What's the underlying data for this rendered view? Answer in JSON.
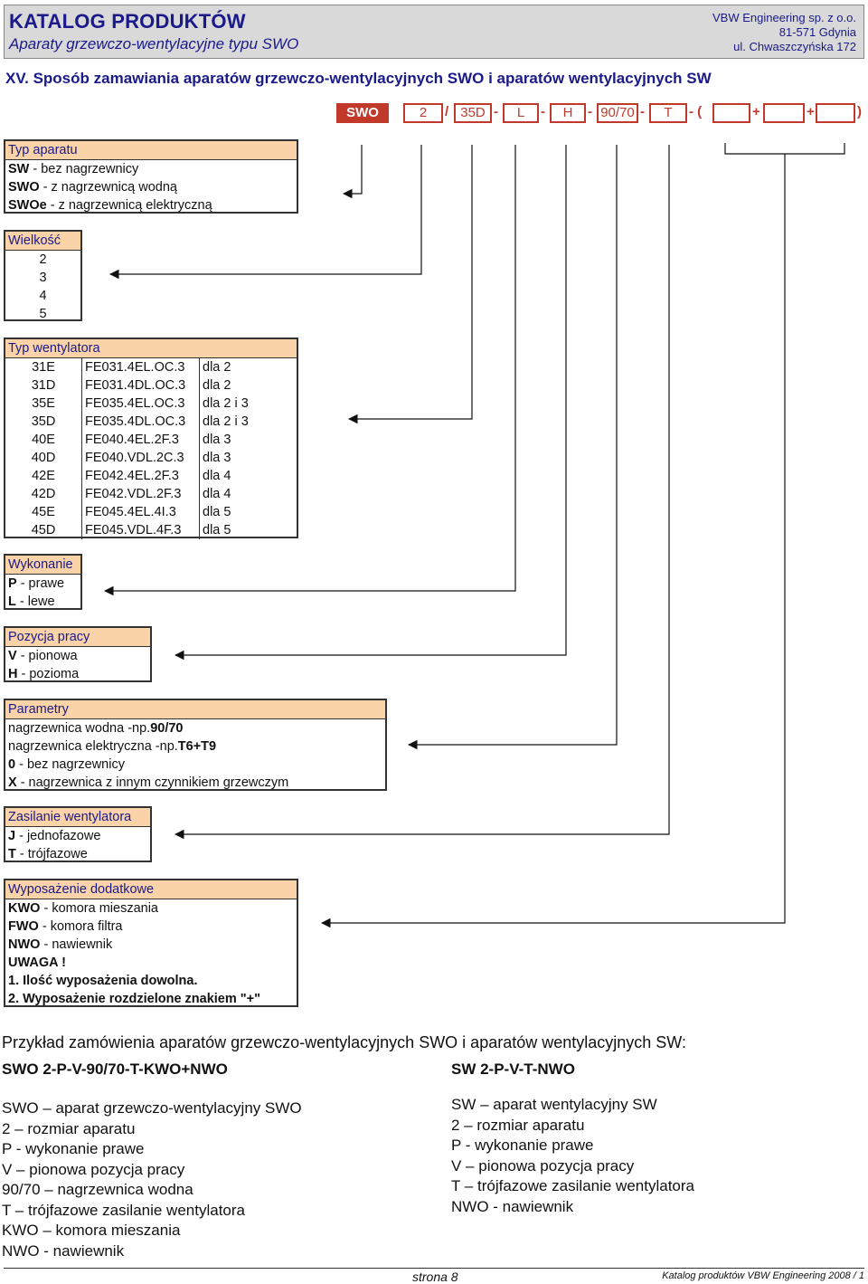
{
  "header": {
    "title": "KATALOG PRODUKTÓW",
    "subtitle": "Aparaty grzewczo-wentylacyjne typu SWO",
    "company": "VBW Engineering sp. z o.o.",
    "city": "81-571 Gdynia",
    "street": "ul. Chwaszczyńska 172"
  },
  "section_title": "XV. Sposób zamawiania aparatów grzewczo-wentylacyjnych  SWO i  aparatów wentylacyjnych SW",
  "code": {
    "swo": "SWO",
    "size": "2",
    "sep_slash": "/",
    "fan": "35D",
    "dash": "-",
    "hand": "L",
    "position": "H",
    "params": "90/70",
    "supply": "T",
    "open": "- (",
    "plus": "+",
    "close": ")"
  },
  "typ_aparatu": {
    "title": "Typ aparatu",
    "rows": [
      {
        "code": "SW",
        "text": " - bez nagrzewnicy"
      },
      {
        "code": "SWO",
        "text": " - z nagrzewnicą wodną"
      },
      {
        "code": "SWOe",
        "text": " - z nagrzewnicą elektryczną"
      }
    ]
  },
  "wielkosc": {
    "title": "Wielkość",
    "rows": [
      "2",
      "3",
      "4",
      "5"
    ]
  },
  "typ_wentylatora": {
    "title": "Typ wentylatora",
    "rows": [
      {
        "code": "31E",
        "model": "FE031.4EL.OC.3",
        "for": "dla 2"
      },
      {
        "code": "31D",
        "model": "FE031.4DL.OC.3",
        "for": "dla 2"
      },
      {
        "code": "35E",
        "model": "FE035.4EL.OC.3",
        "for": "dla 2 i 3"
      },
      {
        "code": "35D",
        "model": "FE035.4DL.OC.3",
        "for": "dla 2 i 3"
      },
      {
        "code": "40E",
        "model": "FE040.4EL.2F.3",
        "for": "dla 3"
      },
      {
        "code": "40D",
        "model": "FE040.VDL.2C.3",
        "for": "dla 3"
      },
      {
        "code": "42E",
        "model": "FE042.4EL.2F.3",
        "for": "dla 4"
      },
      {
        "code": "42D",
        "model": "FE042.VDL.2F.3",
        "for": "dla 4"
      },
      {
        "code": "45E",
        "model": "FE045.4EL.4I.3",
        "for": "dla 5"
      },
      {
        "code": "45D",
        "model": "FE045.VDL.4F.3",
        "for": "dla 5"
      }
    ]
  },
  "wykonanie": {
    "title": "Wykonanie",
    "rows": [
      {
        "code": "P",
        "text": " - prawe"
      },
      {
        "code": "L",
        "text": " - lewe"
      }
    ]
  },
  "pozycja": {
    "title": "Pozycja pracy",
    "rows": [
      {
        "code": "V",
        "text": " - pionowa"
      },
      {
        "code": "H",
        "text": " - pozioma"
      }
    ]
  },
  "parametry": {
    "title": "Parametry",
    "row1_text": "nagrzewnica wodna -np.",
    "row1_code": "90/70",
    "row2_text": "nagrzewnica elektryczna -np.",
    "row2_code": "T6+T9",
    "row3_code": "0",
    "row3_text": " - bez nagrzewnicy",
    "row4_code": "X",
    "row4_text": " - nagrzewnica z innym czynnikiem grzewczym"
  },
  "zasilanie": {
    "title": "Zasilanie wentylatora",
    "rows": [
      {
        "code": "J",
        "text": " - jednofazowe"
      },
      {
        "code": "T",
        "text": " - trójfazowe"
      }
    ]
  },
  "wyposazenie": {
    "title": "Wyposażenie dodatkowe",
    "rows": [
      {
        "code": "KWO",
        "text": " - komora mieszania"
      },
      {
        "code": "FWO",
        "text": " - komora filtra"
      },
      {
        "code": "NWO",
        "text": " - nawiewnik"
      }
    ],
    "note_title": "UWAGA !",
    "note1": "1. Ilość wyposażenia dowolna.",
    "note2": "2. Wyposażenie rozdzielone znakiem \"+\""
  },
  "examples": {
    "title": "Przykład zamówienia aparatów grzewczo-wentylacyjnych SWO i aparatów wentylacyjnych SW:",
    "left": {
      "code": "SWO 2-P-V-90/70-T-KWO+NWO",
      "lines": [
        "SWO  – aparat grzewczo-wentylacyjny SWO",
        "2 – rozmiar aparatu",
        "P - wykonanie prawe",
        "V – pionowa pozycja pracy",
        "90/70 – nagrzewnica wodna",
        "T – trójfazowe zasilanie wentylatora",
        "KWO – komora mieszania",
        "NWO - nawiewnik"
      ]
    },
    "right": {
      "code": "SW 2-P-V-T-NWO",
      "lines": [
        "SW  – aparat wentylacyjny SW",
        "2 – rozmiar aparatu",
        "P - wykonanie prawe",
        "V – pionowa pozycja pracy",
        "T – trójfazowe zasilanie wentylatora",
        "NWO - nawiewnik"
      ]
    }
  },
  "footer": {
    "page": "strona  8",
    "catalog": "Katalog produktów VBW Engineering 2008 / 1"
  },
  "colors": {
    "accent_red": "#c0392b",
    "header_blue": "#1a1a8a",
    "box_header": "#fbd3a9",
    "header_bg": "#d9d9d9"
  }
}
